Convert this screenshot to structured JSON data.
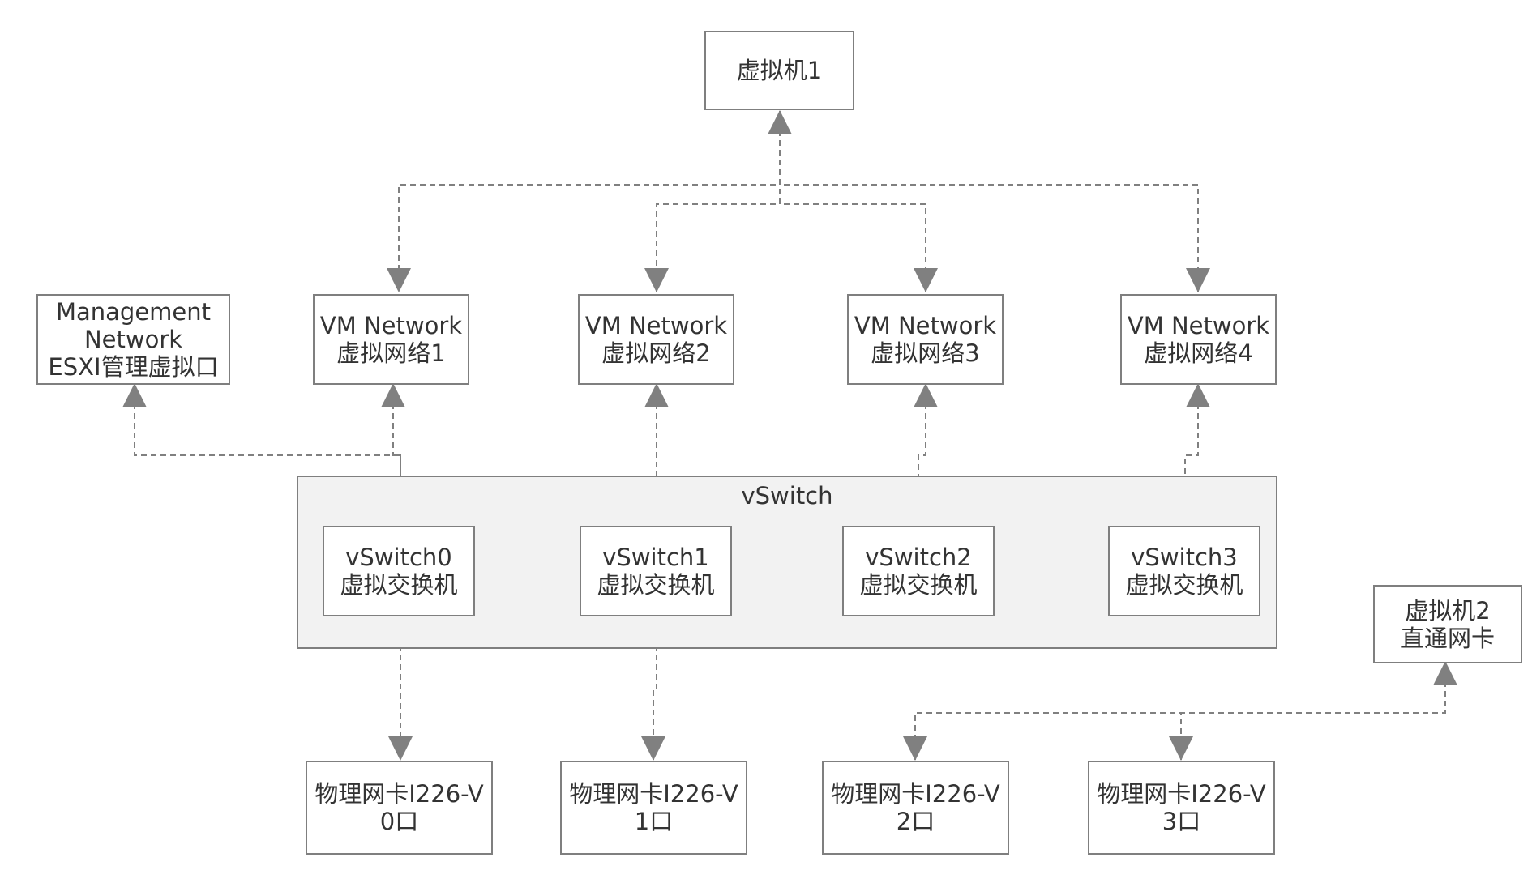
{
  "diagram": {
    "vm1": {
      "label": "虚拟机1"
    },
    "vm2": {
      "line1": "虚拟机2",
      "line2": "直通网卡"
    },
    "management": {
      "line1": "Management",
      "line2": "Network",
      "line3": "ESXI管理虚拟口"
    },
    "vm_networks": [
      {
        "line1": "VM Network",
        "line2": "虚拟网络1"
      },
      {
        "line1": "VM Network",
        "line2": "虚拟网络2"
      },
      {
        "line1": "VM Network",
        "line2": "虚拟网络3"
      },
      {
        "line1": "VM Network",
        "line2": "虚拟网络4"
      }
    ],
    "vswitch_group": {
      "label": "vSwitch"
    },
    "vswitches": [
      {
        "line1": "vSwitch0",
        "line2": "虚拟交换机"
      },
      {
        "line1": "vSwitch1",
        "line2": "虚拟交换机"
      },
      {
        "line1": "vSwitch2",
        "line2": "虚拟交换机"
      },
      {
        "line1": "vSwitch3",
        "line2": "虚拟交换机"
      }
    ],
    "nics": [
      {
        "line1": "物理网卡I226-V",
        "line2": "0口"
      },
      {
        "line1": "物理网卡I226-V",
        "line2": "1口"
      },
      {
        "line1": "物理网卡I226-V",
        "line2": "2口"
      },
      {
        "line1": "物理网卡I226-V",
        "line2": "3口"
      }
    ],
    "colors": {
      "line": "#808080",
      "border": "#7f7f7f",
      "group_fill": "#f2f2f2",
      "text": "#333333"
    }
  }
}
